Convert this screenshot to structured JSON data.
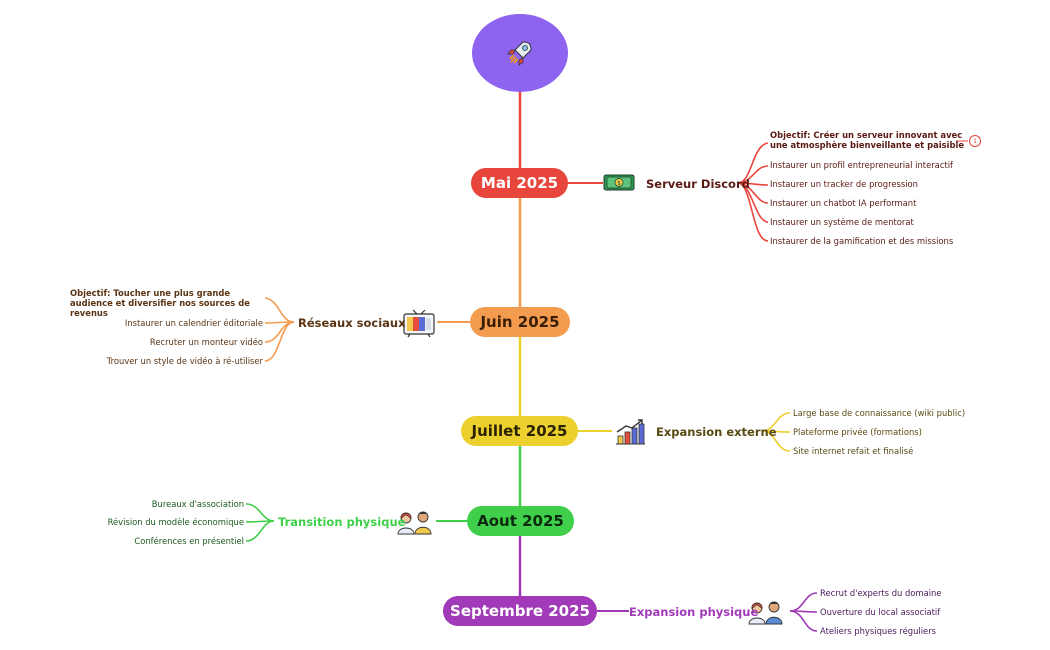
{
  "root": {
    "icon": "rocket-icon"
  },
  "branches": [
    {
      "month": "Mai 2025",
      "topic": "Serveur Discord",
      "topic_icon": "money-icon",
      "color": "#e8453c",
      "text_color": "#5a1a14",
      "items": [
        "Objectif: Créer un serveur innovant avec une atmosphère bienveillante et paisible",
        "Instaurer un profil entrepreneurial interactif",
        "Instaurer un tracker de progression",
        "Instaurer un chatbot IA performant",
        "Instaurer un système de mentorat",
        "Instaurer de la gamification et des missions"
      ],
      "note_badge": "1"
    },
    {
      "month": "Juin 2025",
      "topic": "Réseaux sociaux",
      "topic_icon": "tv-icon",
      "color": "#f39c4f",
      "text_color": "#5a3414",
      "items": [
        "Objectif: Toucher une plus grande audience et diversifier nos sources de revenus",
        "Instaurer un calendrier éditoriale",
        "Recruter un monteur vidéo",
        "Trouver un style de vidéo à ré-utiliser"
      ]
    },
    {
      "month": "Juillet 2025",
      "topic": "Expansion externe",
      "topic_icon": "chart-icon",
      "color": "#ecd02e",
      "text_color": "#5a4a14",
      "items": [
        "Large base de connaissance (wiki public)",
        "Plateforme privée (formations)",
        "Site internet refait et finalisé"
      ]
    },
    {
      "month": "Aout 2025",
      "topic": "Transition physique",
      "topic_icon": "people-icon",
      "color": "#3fcf4a",
      "text_color": "#1d5a1f",
      "items": [
        "Bureaux d'association",
        "Révision du modèle économique",
        "Conférences en présentiel"
      ]
    },
    {
      "month": "Septembre 2025",
      "topic": "Expansion physique",
      "topic_icon": "people-icon",
      "color": "#a03ab8",
      "text_color": "#4a1a5a",
      "items": [
        "Recrut d'experts du domaine",
        "Ouverture du local associatif",
        "Ateliers physiques réguliers"
      ]
    }
  ]
}
